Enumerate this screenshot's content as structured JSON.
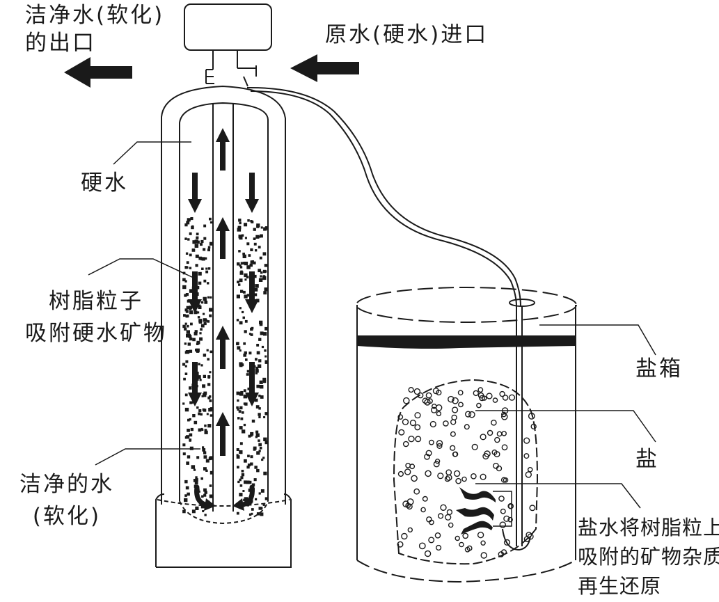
{
  "title": "软水器工作原理示意图",
  "labels": {
    "outlet": [
      "洁净水(软化)",
      "的出口"
    ],
    "inlet": "原水(硬水)进口",
    "hard_water": "硬水",
    "resin": [
      "树脂粒子",
      "吸附硬水矿物"
    ],
    "clean_water": [
      "洁净的水",
      "(软化)"
    ],
    "salt_box": "盐箱",
    "salt": "盐",
    "regeneration": [
      "盐水将树脂粒上",
      "吸附的矿物杂质",
      "再生还原"
    ]
  },
  "components": {
    "control_valve": "control-valve",
    "resin_tank": "resin-tank",
    "brine_tank": "brine-tank",
    "brine_line": "brine-line"
  },
  "flow": {
    "outlet_direction": "left",
    "inlet_direction": "left",
    "tank_down_arrows": 6,
    "tank_up_arrows": 4
  },
  "colors": {
    "ink": "#1a1a1a",
    "background": "#ffffff"
  }
}
